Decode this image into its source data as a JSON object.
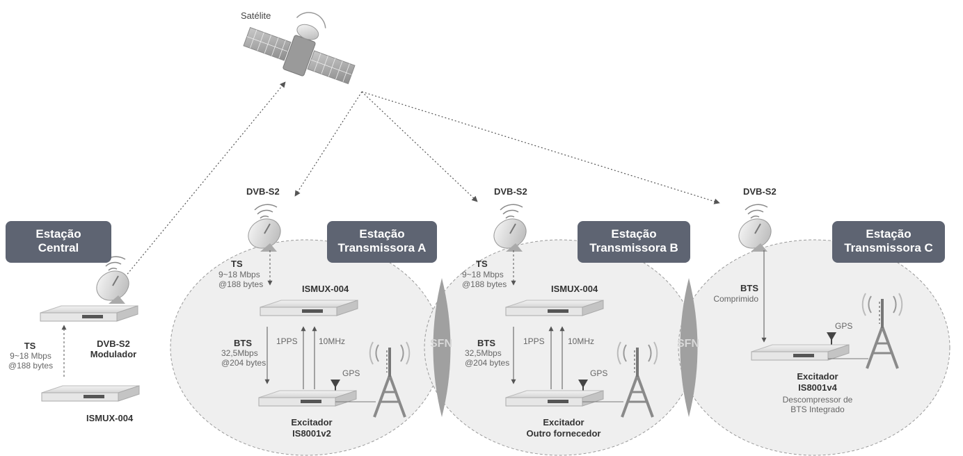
{
  "satellite": {
    "label": "Satélite"
  },
  "central": {
    "station_line1": "Estação",
    "station_line2": "Central",
    "modulator_line1": "DVB-S2",
    "modulator_line2": "Modulador",
    "ts_label": "TS",
    "ts_rate": "9~18 Mbps",
    "ts_bytes": "@188 bytes",
    "mux_label": "ISMUX-004"
  },
  "station_a": {
    "station_line1": "Estação",
    "station_line2": "Transmissora A",
    "dvb_label": "DVB-S2",
    "ts_label": "TS",
    "ts_rate": "9~18 Mbps",
    "ts_bytes": "@188 bytes",
    "mux_label": "ISMUX-004",
    "bts_label": "BTS",
    "bts_rate": "32,5Mbps",
    "bts_bytes": "@204 bytes",
    "pps_label": "1PPS",
    "mhz_label": "10MHz",
    "gps_label": "GPS",
    "exciter_line1": "Excitador",
    "exciter_line2": "IS8001v2"
  },
  "station_b": {
    "station_line1": "Estação",
    "station_line2": "Transmissora B",
    "dvb_label": "DVB-S2",
    "ts_label": "TS",
    "ts_rate": "9~18 Mbps",
    "ts_bytes": "@188 bytes",
    "mux_label": "ISMUX-004",
    "bts_label": "BTS",
    "bts_rate": "32,5Mbps",
    "bts_bytes": "@204 bytes",
    "pps_label": "1PPS",
    "mhz_label": "10MHz",
    "gps_label": "GPS",
    "exciter_line1": "Excitador",
    "exciter_line2": "Outro fornecedor"
  },
  "station_c": {
    "station_line1": "Estação",
    "station_line2": "Transmissora C",
    "dvb_label": "DVB-S2",
    "bts_label": "BTS",
    "bts_sub": "Comprimido",
    "gps_label": "GPS",
    "exciter_line1": "Excitador",
    "exciter_line2": "IS8001v4",
    "exciter_line3": "Descompressor de",
    "exciter_line4": "BTS Integrado"
  },
  "sfn_ab": "SFN",
  "sfn_bc": "SFN",
  "colors": {
    "station_box": "#5e6472",
    "cell_fill": "#eeeeee",
    "sfn_fill": "#9a9a9a",
    "line": "#555555"
  },
  "icons": [
    "satellite-icon",
    "dish-icon",
    "rack-device-icon",
    "tower-icon",
    "gps-antenna-icon"
  ]
}
